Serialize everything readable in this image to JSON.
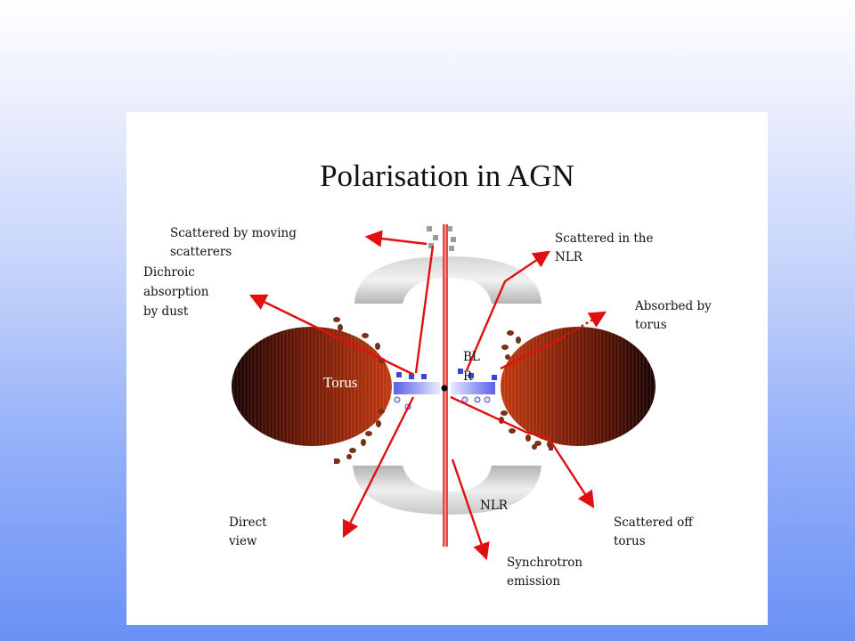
{
  "title": "Polarisation in AGN",
  "labels": {
    "scattered_moving": [
      "Scattered by moving",
      "scatterers"
    ],
    "dichroic": [
      "Dichroic",
      "absorption",
      "by dust"
    ],
    "scattered_nlr": [
      "Scattered in the",
      "NLR"
    ],
    "absorbed_torus": [
      "Absorbed by",
      "torus"
    ],
    "torus": "Torus",
    "blr": [
      "BL",
      "R"
    ],
    "nlr": "NLR",
    "direct_view": [
      "Direct",
      "view"
    ],
    "scattered_off_torus": [
      "Scattered off",
      "torus"
    ],
    "synchrotron": [
      "Synchrotron",
      "emission"
    ]
  },
  "colors": {
    "arrow": "#e01010",
    "jet": "#e84848",
    "torus_dark": "#1a0404",
    "torus_mid": "#6e1a08",
    "torus_light": "#c23a10",
    "cone": "#b8b8b8",
    "disk": "#6f74ee",
    "dust": "#7a3018",
    "background_top": "#ffffff",
    "background_bottom": "#6a91f5"
  }
}
